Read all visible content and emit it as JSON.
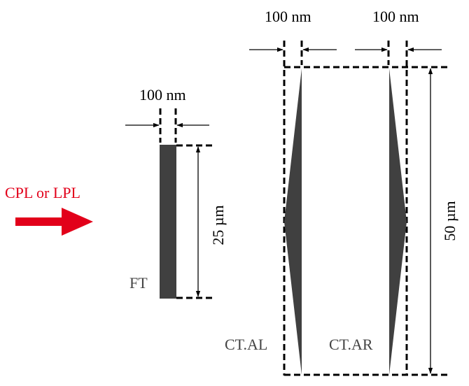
{
  "labels": {
    "incident_light": "CPL or LPL",
    "ft_width": "100 nm",
    "ft_length": "25 µm",
    "ft_name": "FT",
    "ctal_width": "100 nm",
    "ctar_width": "100 nm",
    "ct_length": "50 µm",
    "ctal_name": "CT.AL",
    "ctar_name": "CT.AR"
  },
  "colors": {
    "structure_fill": "#404040",
    "arrow_red": "#e2001a",
    "label_gray": "#444444"
  }
}
